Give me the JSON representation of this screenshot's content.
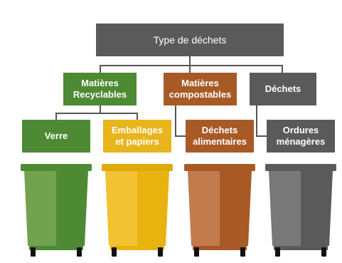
{
  "root": {
    "label": "Type de déchets",
    "color": "#5a5a5a"
  },
  "categories": [
    {
      "label": "Matières\nRecyclables",
      "color": "#4e8a34"
    },
    {
      "label": "Matières\ncompostables",
      "color": "#a85a26"
    },
    {
      "label": "Déchets",
      "color": "#5a5a5a"
    }
  ],
  "subcategories": [
    {
      "label": "Verre",
      "color": "#4e8a34"
    },
    {
      "label": "Emballages\net papiers",
      "color": "#e8b51c"
    },
    {
      "label": "Déchets\nalimentaires",
      "color": "#a85a26"
    },
    {
      "label": "Ordures\nménagères",
      "color": "#5a5a5a"
    }
  ],
  "bins": [
    {
      "name": "verre",
      "light": "#72a24f",
      "dark": "#4e8a34",
      "rim": "#4e8a34"
    },
    {
      "name": "emballages",
      "light": "#f2c232",
      "dark": "#e8b20f",
      "rim": "#e0a90a"
    },
    {
      "name": "alimentaires",
      "light": "#c27b4c",
      "dark": "#a85a26",
      "rim": "#a85a26"
    },
    {
      "name": "ordures",
      "light": "#787878",
      "dark": "#5a5a5a",
      "rim": "#5a5a5a"
    }
  ]
}
